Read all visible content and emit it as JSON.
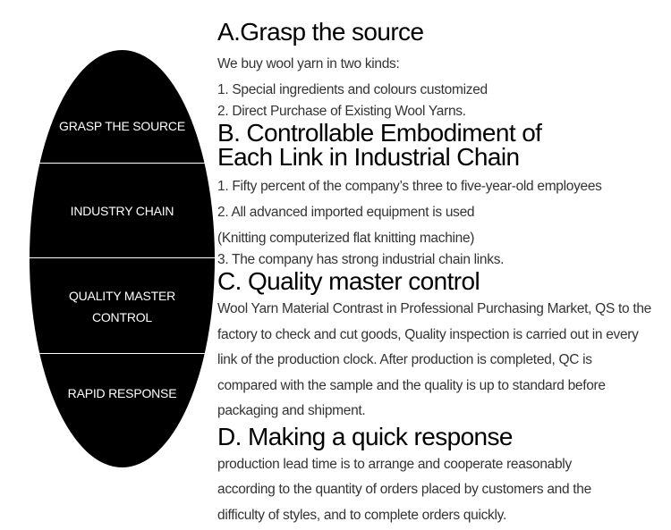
{
  "oval": {
    "items": [
      {
        "label": "GRASP THE SOURCE"
      },
      {
        "label": "INDUSTRY CHAIN"
      },
      {
        "label": "QUALITY MASTER\nCONTROL"
      },
      {
        "label": "RAPID RESPONSE"
      }
    ]
  },
  "sections": {
    "a": {
      "heading": "A.Grasp the source",
      "lines": [
        "We buy wool yarn in two kinds:",
        "1. Special ingredients and colours customized",
        "2. Direct Purchase of Existing Wool Yarns."
      ]
    },
    "b": {
      "heading_line1": "B. Controllable Embodiment of",
      "heading_line2": "Each Link in Industrial Chain",
      "lines": [
        "1. Fifty percent of the company’s three to five-year-old employees",
        "2. All advanced imported equipment is used",
        "(Knitting computerized flat knitting machine)",
        "3. The company has strong industrial chain links."
      ]
    },
    "c": {
      "heading": "C. Quality master control",
      "body": "Wool Yarn Material Contrast in Professional Purchasing Market, QS to the factory to check and cut goods,    Quality inspection is carried out in every link of the production clock. After production is completed, QC is compared with the sample and the quality is up to standard before packaging and shipment."
    },
    "d": {
      "heading": "D. Making a quick response",
      "body": " production lead time is to arrange and cooperate reasonably according to the quantity of orders placed by customers and the difficulty of styles, and to complete orders quickly."
    }
  }
}
